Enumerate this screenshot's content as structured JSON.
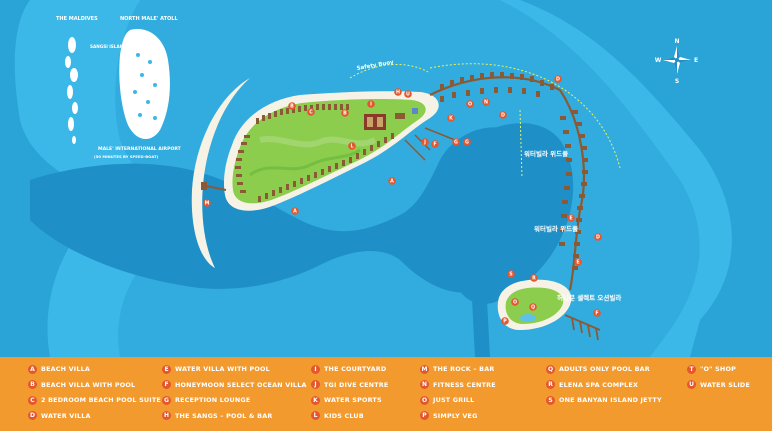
{
  "inset": {
    "maldives_label": "THE MALDIVES",
    "atoll_label": "NORTH MALE' ATOLL",
    "island_label": "SANGSI ISLAND",
    "airport_label": "MALE' INTERNATIONAL AIRPORT",
    "airport_note": "(50 MINUTES BY SPEED-BOAT)"
  },
  "compass": {
    "n": "N",
    "e": "E",
    "s": "S",
    "w": "W"
  },
  "map_labels": {
    "safety_buoy": "Safety Buoy",
    "water_villa_with_pool_1": "워터빌라 위드풀",
    "water_villa_with_pool_2": "워터빌라 위드풀",
    "honeymoon_villa": "허니문 셀렉트 오션빌라"
  },
  "pins": [
    {
      "letter": "B"
    },
    {
      "letter": "C"
    },
    {
      "letter": "B"
    },
    {
      "letter": "I"
    },
    {
      "letter": "H"
    },
    {
      "letter": "U"
    },
    {
      "letter": "L"
    },
    {
      "letter": "J"
    },
    {
      "letter": "F"
    },
    {
      "letter": "K"
    },
    {
      "letter": "G"
    },
    {
      "letter": "G"
    },
    {
      "letter": "N"
    },
    {
      "letter": "O"
    },
    {
      "letter": "D"
    },
    {
      "letter": "D"
    },
    {
      "letter": "A"
    },
    {
      "letter": "A"
    },
    {
      "letter": "M"
    },
    {
      "letter": "E"
    },
    {
      "letter": "E"
    },
    {
      "letter": "D"
    },
    {
      "letter": "S"
    },
    {
      "letter": "R"
    },
    {
      "letter": "O"
    },
    {
      "letter": "P"
    },
    {
      "letter": "Q"
    },
    {
      "letter": "F"
    }
  ],
  "legend": [
    {
      "letter": "A",
      "label": "BEACH VILLA"
    },
    {
      "letter": "B",
      "label": "BEACH VILLA WITH POOL"
    },
    {
      "letter": "C",
      "label": "2 BEDROOM BEACH POOL SUITE"
    },
    {
      "letter": "D",
      "label": "WATER VILLA"
    },
    {
      "letter": "E",
      "label": "WATER VILLA WITH POOL"
    },
    {
      "letter": "F",
      "label": "HONEYMOON SELECT OCEAN VILLA"
    },
    {
      "letter": "G",
      "label": "RECEPTION LOUNGE"
    },
    {
      "letter": "H",
      "label": "THE SANGS – POOL & BAR"
    },
    {
      "letter": "I",
      "label": "THE COURTYARD"
    },
    {
      "letter": "J",
      "label": "TGI DIVE CENTRE"
    },
    {
      "letter": "K",
      "label": "WATER SPORTS"
    },
    {
      "letter": "L",
      "label": "KIDS CLUB"
    },
    {
      "letter": "M",
      "label": "THE ROCK – BAR"
    },
    {
      "letter": "N",
      "label": "FITNESS CENTRE"
    },
    {
      "letter": "O",
      "label": "JUST GRILL"
    },
    {
      "letter": "P",
      "label": "SIMPLY VEG"
    },
    {
      "letter": "Q",
      "label": "ADULTS ONLY POOL BAR"
    },
    {
      "letter": "R",
      "label": "ELENA SPA COMPLEX"
    },
    {
      "letter": "S",
      "label": "ONE BANYAN ISLAND JETTY"
    },
    {
      "letter": "T",
      "label": "\"O\" SHOP"
    },
    {
      "letter": "U",
      "label": "WATER SLIDE"
    }
  ],
  "colors": {
    "ocean_deep": "#2aa3d6",
    "ocean_shallow": "#36b2e3",
    "lagoon": "#1e8fc7",
    "sand": "#f6f3e6",
    "grass": "#8ccd4e",
    "legend_bg": "#f29a2e",
    "pin": "#e4572e"
  }
}
